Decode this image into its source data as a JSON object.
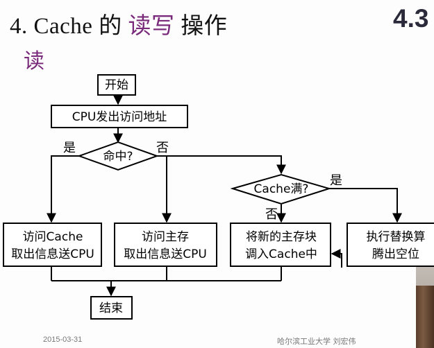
{
  "slide": {
    "title_prefix": "4. Cache 的",
    "title_accent": "读写",
    "title_suffix": "操作",
    "section_number": "4.3",
    "subtitle": "读"
  },
  "flowchart": {
    "start": "开始",
    "issue_address": "CPU发出访问地址",
    "hit_decision": "命中?",
    "hit_yes": "是",
    "hit_no": "否",
    "access_cache_line1": "访问Cache",
    "access_cache_line2": "取出信息送CPU",
    "access_memory_line1": "访问主存",
    "access_memory_line2": "取出信息送CPU",
    "cache_full_decision": "Cache满?",
    "full_yes": "是",
    "full_no": "否",
    "load_block_line1": "将新的主存块",
    "load_block_line2": "调入Cache中",
    "replace_line1": "执行替换算",
    "replace_line2": "腾出空位",
    "end": "结束"
  },
  "footer": {
    "date": "2015-03-31",
    "organization": "哈尔滨工业大学  刘宏伟"
  }
}
